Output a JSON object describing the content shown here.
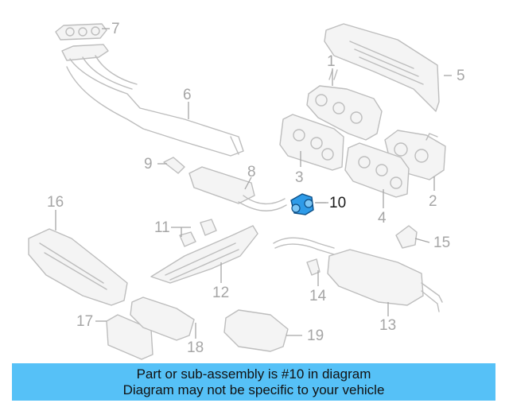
{
  "diagram": {
    "callouts": {
      "c1": "1",
      "c2": "2",
      "c3": "3",
      "c4": "4",
      "c5": "5",
      "c6": "6",
      "c7": "7",
      "c8": "8",
      "c9": "9",
      "c10": "10",
      "c11": "11",
      "c12": "12",
      "c13": "13",
      "c14": "14",
      "c15": "15",
      "c16": "16",
      "c17": "17",
      "c18": "18",
      "c19": "19"
    },
    "highlighted_part": "10",
    "colors": {
      "highlight": "#2e9be8",
      "linework": "#bdbdbd",
      "label": "#a6a6a6"
    }
  },
  "banner": {
    "line1": "Part or sub-assembly is #10 in diagram",
    "line2": "Diagram may not be specific to your vehicle",
    "background": "#56c1f7"
  }
}
